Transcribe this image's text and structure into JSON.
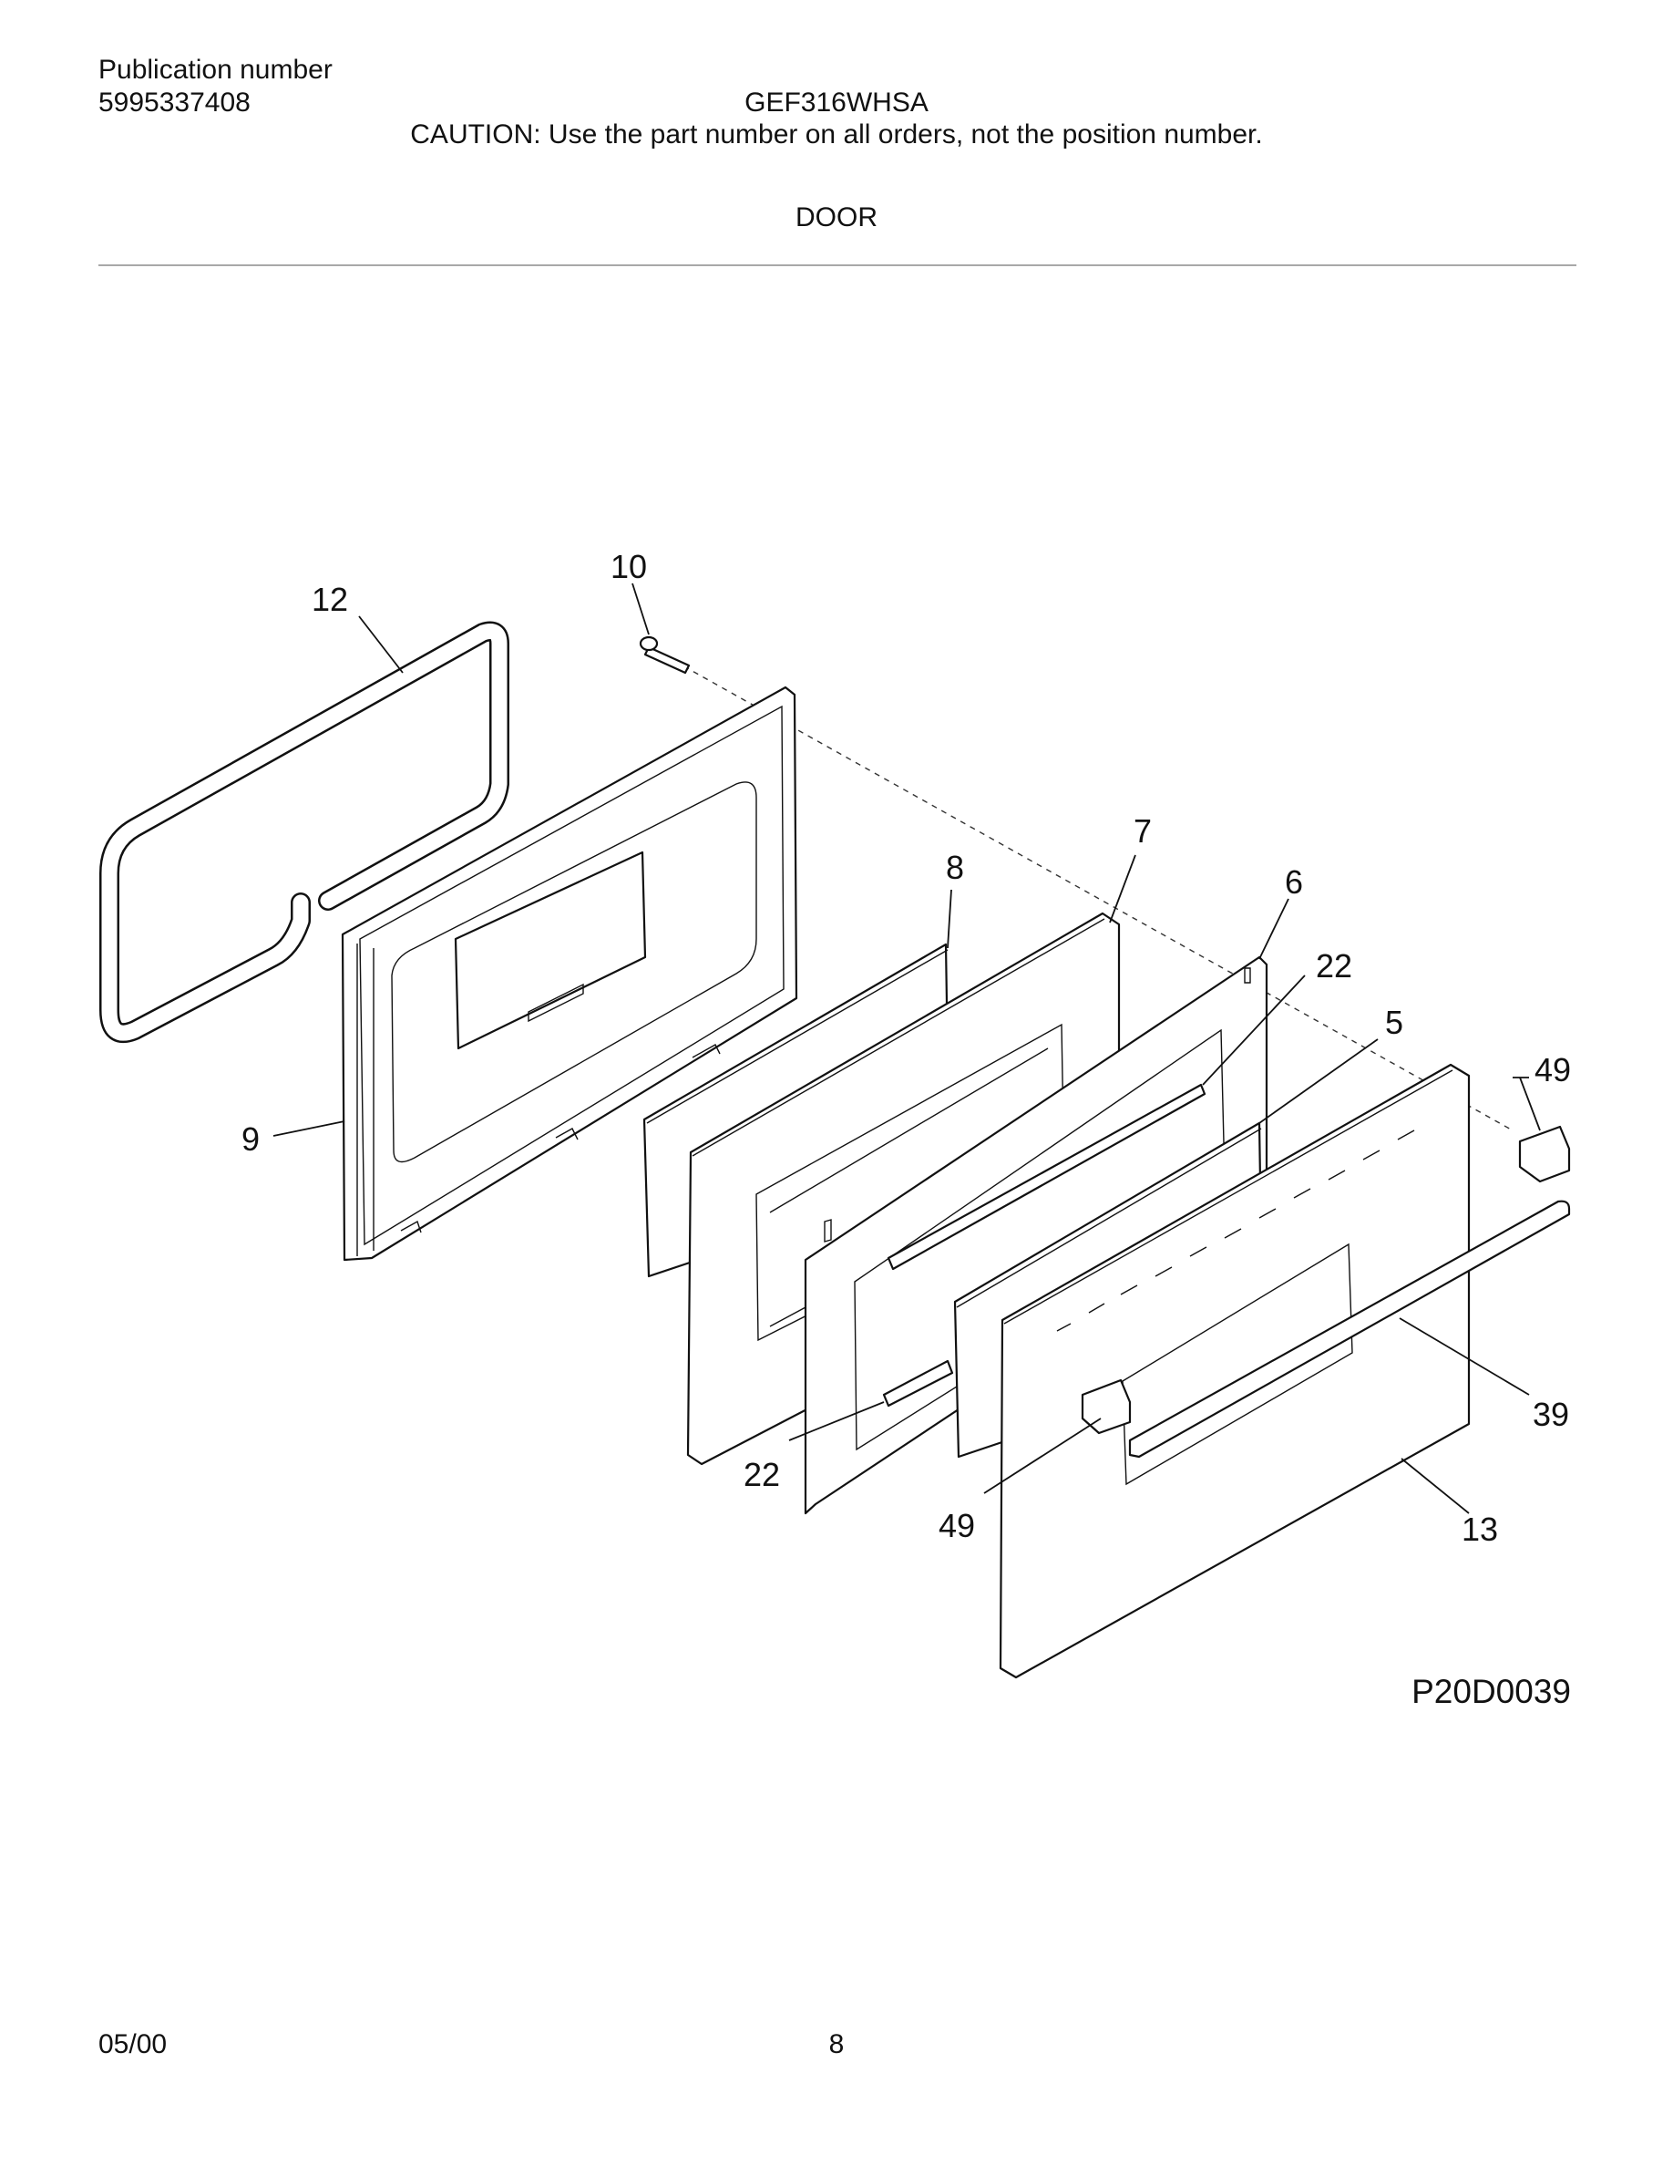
{
  "header": {
    "publication_label": "Publication number",
    "publication_number": "5995337408",
    "model": "GEF316WHSA",
    "caution": "CAUTION:  Use the part number on all orders, not the position number.",
    "section_title": "DOOR"
  },
  "diagram": {
    "figure_code": "P20D0039",
    "callouts": {
      "c12": "12",
      "c10": "10",
      "c9": "9",
      "c8": "8",
      "c7": "7",
      "c6": "6",
      "c22_top": "22",
      "c5": "5",
      "c49_right": "49",
      "c39": "39",
      "c13": "13",
      "c49_left": "49",
      "c22_bottom": "22"
    }
  },
  "footer": {
    "date": "05/00",
    "page_number": "8"
  }
}
